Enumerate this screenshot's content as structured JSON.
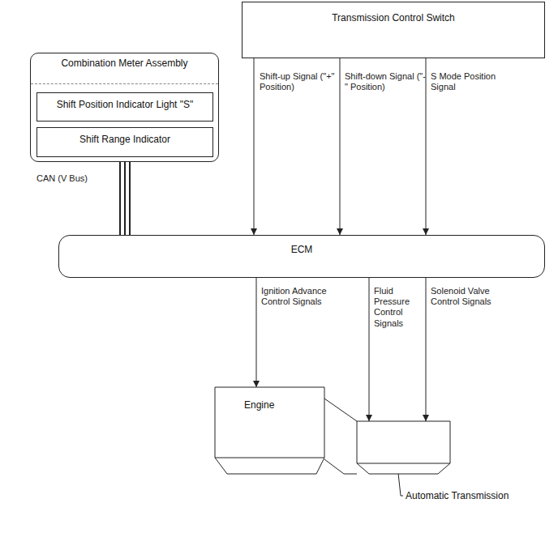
{
  "diagram": {
    "nodes": [
      {
        "text": [
          "Combination Meter Assembly"
        ]
      },
      {
        "text": [
          "Shift Position Indicator Light \"S\""
        ],
        "in": 0
      },
      {
        "text": [
          "Shift Range Indicator"
        ],
        "in": 0
      },
      {
        "text": [
          "Transmission Control Switch"
        ]
      },
      {
        "text": [
          "ECM"
        ]
      },
      {
        "text": [
          "Engine"
        ]
      },
      {
        "text": [
          "Automatic Transmission"
        ]
      }
    ],
    "edges": [
      {
        "from": 3,
        "to": 4,
        "label": "Shift-up Signal (\"+\" Position)",
        "arrow": "to"
      },
      {
        "from": 3,
        "to": 4,
        "label": "Shift-down Signal (\"-\" Position)",
        "arrow": "to"
      },
      {
        "from": 3,
        "to": 4,
        "label": "S Mode Position Signal",
        "arrow": "to"
      },
      {
        "from": 0,
        "to": 4,
        "label": "CAN (V Bus)",
        "arrow": "none"
      },
      {
        "from": 4,
        "to": 5,
        "label": "Ignition Advance Control Signals",
        "arrow": "to"
      },
      {
        "from": 4,
        "to": 6,
        "label": "Fluid Pressure Control Signals",
        "arrow": "to"
      },
      {
        "from": 4,
        "to": 6,
        "label": "Solenoid Valve Control Signals",
        "arrow": "to"
      }
    ]
  }
}
